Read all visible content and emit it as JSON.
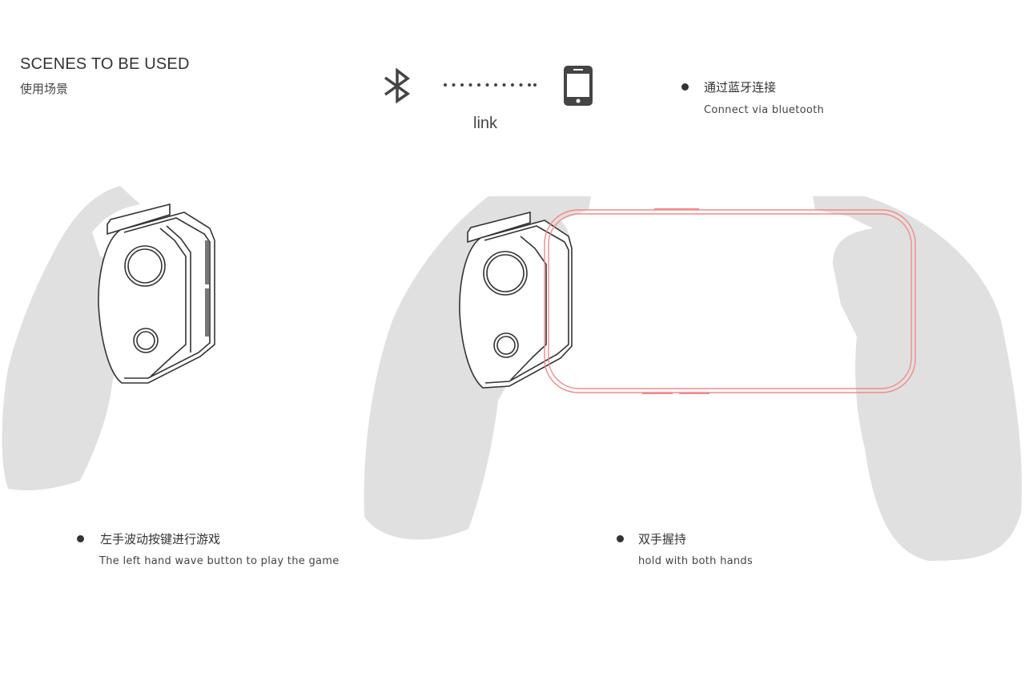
{
  "header": {
    "title": "SCENES TO BE USED",
    "subtitle": "使用场景"
  },
  "connection": {
    "link_label": "link",
    "icons": [
      "bluetooth-icon",
      "dotted-line",
      "smartphone-icon"
    ],
    "caption_cn": "通过蓝牙连接",
    "caption_en": "Connect via bluetooth"
  },
  "scenes": [
    {
      "caption_cn": "左手波动按键进行游戏",
      "caption_en": "The left hand wave button to play the game"
    },
    {
      "caption_cn": "双手握持",
      "caption_en": "hold with both hands"
    }
  ],
  "colors": {
    "hand": "#e0e0e0",
    "outline": "#333333",
    "phone_outline": "#f08a8a",
    "text": "#333333"
  }
}
